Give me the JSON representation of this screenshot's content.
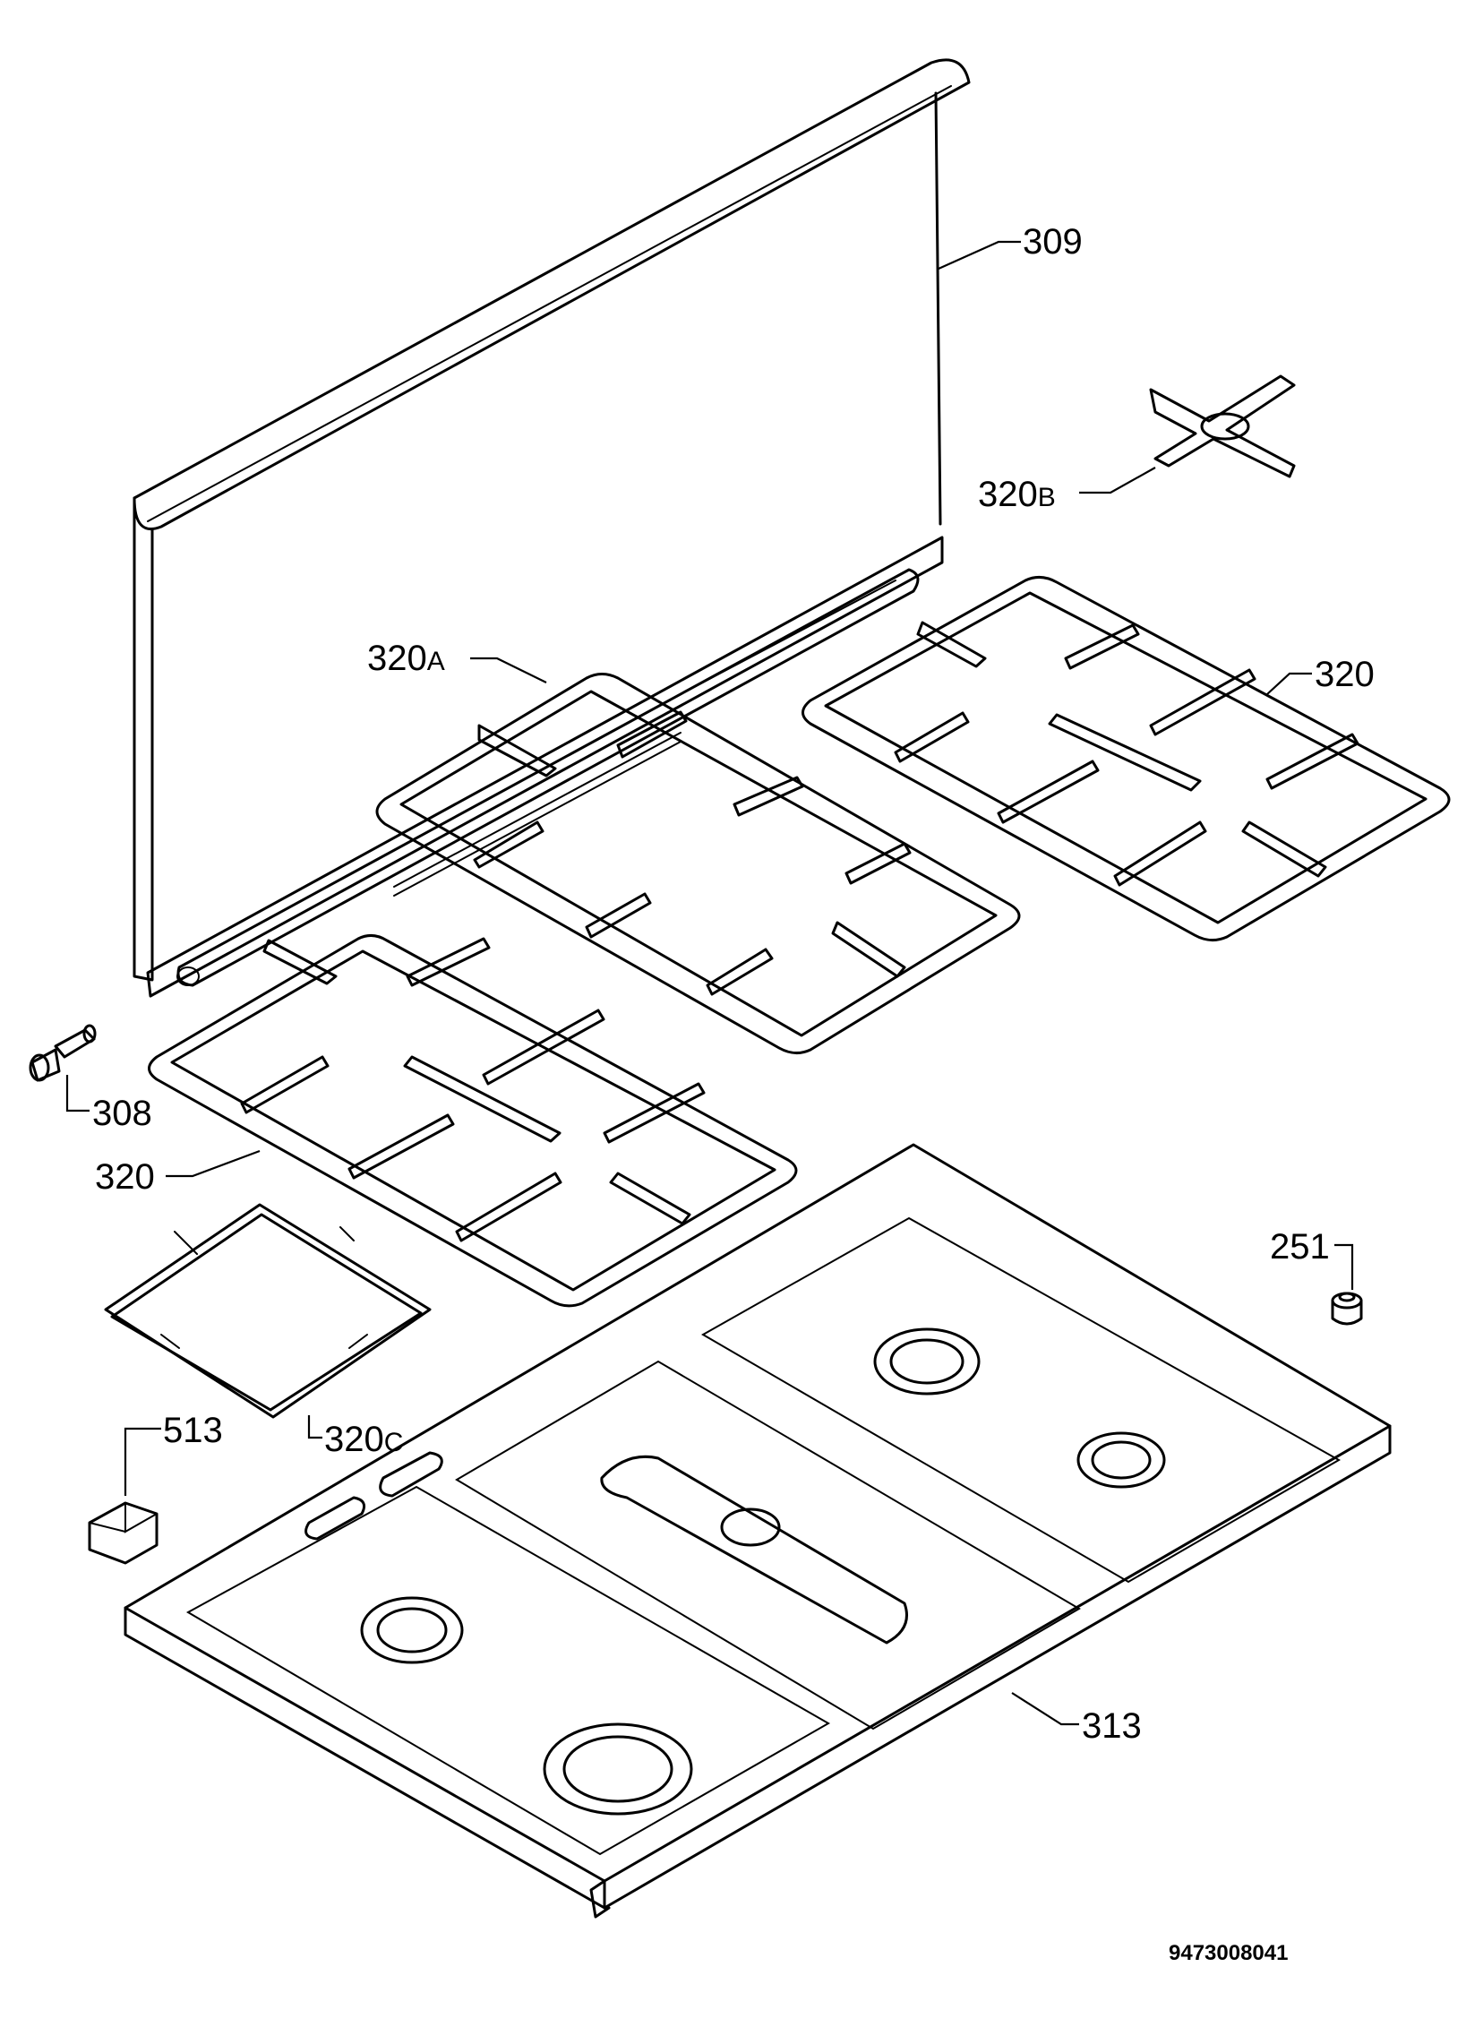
{
  "labels": {
    "p309": "309",
    "p320b": "320",
    "p320b_suffix": "B",
    "p320a": "320",
    "p320a_suffix": "A",
    "p320_right": "320",
    "p308": "308",
    "p320_left": "320",
    "p251": "251",
    "p320c": "320",
    "p320c_suffix": "C",
    "p513": "513",
    "p313": "313"
  },
  "document_number": "9473008041"
}
